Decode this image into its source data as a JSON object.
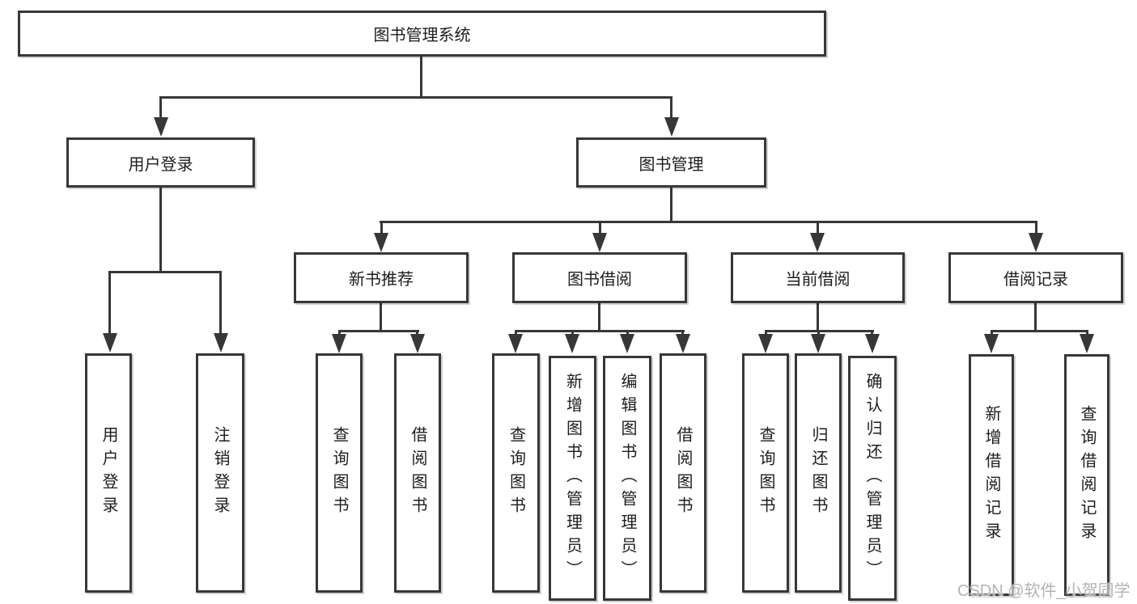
{
  "colors": {
    "line": "#373737",
    "text": "#1d1d1d",
    "box_background": "#ffffff",
    "page_background": "#ffffff",
    "watermark": "#b3b3b3"
  },
  "tree": {
    "label": "图书管理系统",
    "children": [
      {
        "label": "用户登录",
        "children": [
          {
            "label": "用户登录"
          },
          {
            "label": "注销登录"
          }
        ]
      },
      {
        "label": "图书管理",
        "children": [
          {
            "label": "新书推荐",
            "children": [
              {
                "label": "查询图书"
              },
              {
                "label": "借阅图书"
              }
            ]
          },
          {
            "label": "图书借阅",
            "children": [
              {
                "label": "查询图书"
              },
              {
                "label": "新增图书（管理员）"
              },
              {
                "label": "编辑图书（管理员）"
              },
              {
                "label": "借阅图书"
              }
            ]
          },
          {
            "label": "当前借阅",
            "children": [
              {
                "label": "查询图书"
              },
              {
                "label": "归还图书"
              },
              {
                "label": "确认归还（管理员）"
              }
            ]
          },
          {
            "label": "借阅记录",
            "children": [
              {
                "label": "新增借阅记录"
              },
              {
                "label": "查询借阅记录"
              }
            ]
          }
        ]
      }
    ]
  },
  "watermark": "CSDN @软件_小贺同学"
}
